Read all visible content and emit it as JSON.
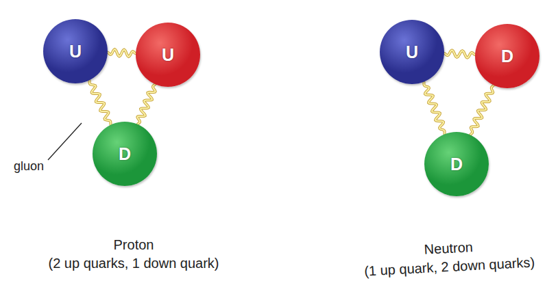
{
  "diagram": {
    "nodes": [
      {
        "text": [
          "Proton",
          "(2 up quarks, 1 down quark)"
        ]
      },
      {
        "text": [
          "U"
        ],
        "in": 0
      },
      {
        "text": [
          "U"
        ],
        "in": 0
      },
      {
        "text": [
          "D"
        ],
        "in": 0
      },
      {
        "text": [
          "Neutron",
          "(1 up quark, 2 down quarks)"
        ]
      },
      {
        "text": [
          "U"
        ],
        "in": 4
      },
      {
        "text": [
          "D"
        ],
        "in": 4
      },
      {
        "text": [
          "D"
        ],
        "in": 4
      }
    ],
    "edges": [
      {
        "from": 1,
        "to": 2,
        "arrow": "none"
      },
      {
        "from": 1,
        "to": 3,
        "arrow": "none"
      },
      {
        "from": 2,
        "to": 3,
        "arrow": "none"
      },
      {
        "from": 5,
        "to": 6,
        "arrow": "none"
      },
      {
        "from": 5,
        "to": 7,
        "arrow": "none"
      },
      {
        "from": 6,
        "to": 7,
        "arrow": "none"
      }
    ],
    "labels": [
      "gluon"
    ]
  }
}
